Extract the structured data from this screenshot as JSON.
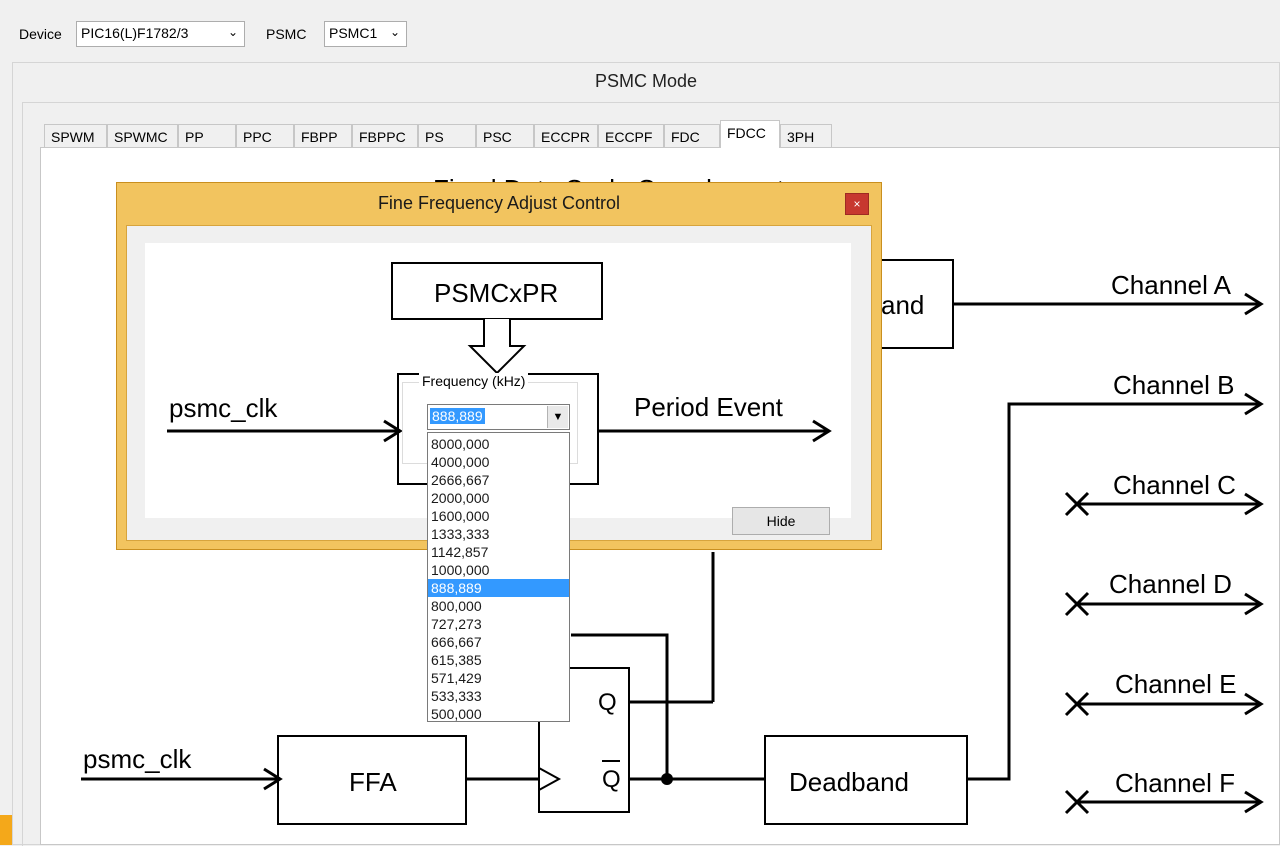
{
  "toolbar": {
    "device_label": "Device",
    "device_value": "PIC16(L)F1782/3",
    "psmc_label": "PSMC",
    "psmc_value": "PSMC1"
  },
  "panel": {
    "title": "PSMC Mode"
  },
  "tabs": [
    "SPWM",
    "SPWMC",
    "PP",
    "PPC",
    "FBPP",
    "FBPPC",
    "PS",
    "PSC",
    "ECCPR",
    "ECCPF",
    "FDC",
    "FDCC",
    "3PH"
  ],
  "active_tab": "FDCC",
  "diagram": {
    "title_fragment": "Fixed Duty Cycle Complementary",
    "deadband_top_fragment": "and",
    "channels": [
      "Channel A",
      "Channel B",
      "Channel C",
      "Channel D",
      "Channel E",
      "Channel F"
    ],
    "clock_label": "psmc_clk",
    "ffa_label": "FFA",
    "q_label": "Q",
    "qbar_label": "Q",
    "deadband_label": "Deadband"
  },
  "dialog": {
    "title": "Fine Frequency Adjust Control",
    "close_label": "×",
    "register_label": "PSMCxPR",
    "clock_label": "psmc_clk",
    "output_label": "Period Event",
    "freq_group_label": "Frequency (kHz)",
    "freq_selected": "888,889",
    "freq_options": [
      "8000,000",
      "4000,000",
      "2666,667",
      "2000,000",
      "1600,000",
      "1333,333",
      "1142,857",
      "1000,000",
      "888,889",
      "800,000",
      "727,273",
      "666,667",
      "615,385",
      "571,429",
      "533,333",
      "500,000"
    ],
    "hide_label": "Hide"
  }
}
